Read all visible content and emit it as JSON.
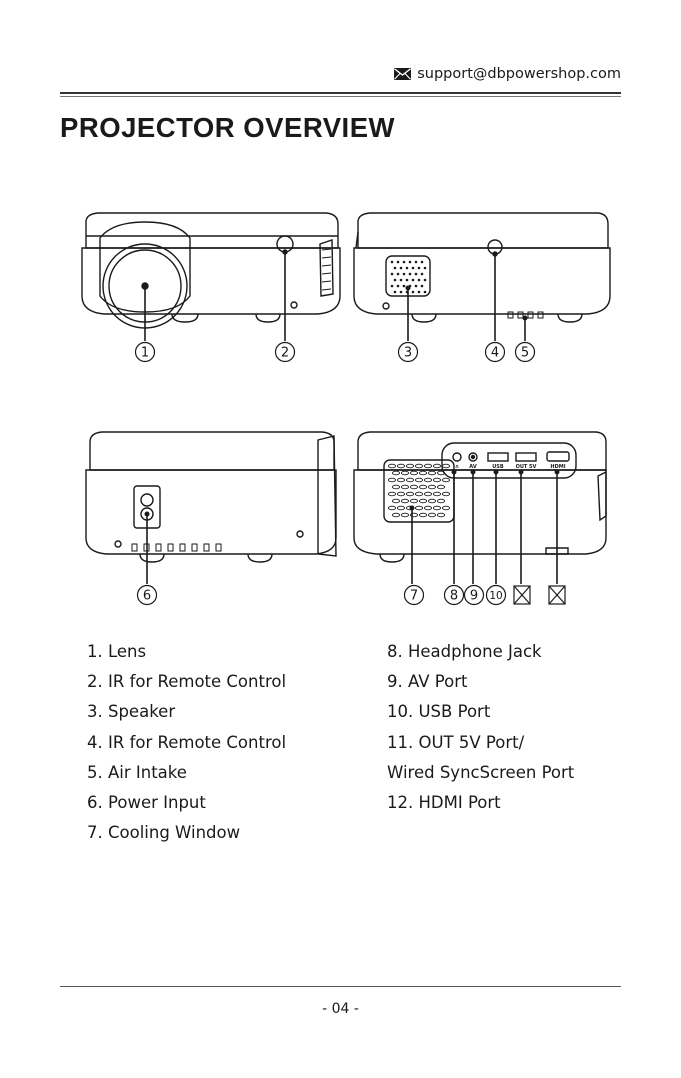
{
  "header": {
    "email": "support@dbpowershop.com",
    "email_icon": "envelope-icon"
  },
  "page_title": "PROJECTOR OVERVIEW",
  "callouts": {
    "front": [
      "1",
      "2"
    ],
    "back": [
      "3",
      "4",
      "5"
    ],
    "side": [
      "6"
    ],
    "ports": [
      "7",
      "8",
      "9",
      "10"
    ]
  },
  "port_labels": [
    "AV",
    "USB",
    "OUT 5V",
    "HDMI"
  ],
  "legend": {
    "left": [
      "1. Lens",
      "2. IR for Remote Control",
      "3. Speaker",
      "4. IR for Remote Control",
      "5. Air Intake",
      "6. Power Input",
      "7. Cooling Window"
    ],
    "right": [
      "8. Headphone Jack",
      "9. AV Port",
      "10. USB Port",
      "11. OUT 5V Port/",
      "Wired SyncScreen Port",
      "12. HDMI Port"
    ]
  },
  "page_number": "- 04 -"
}
